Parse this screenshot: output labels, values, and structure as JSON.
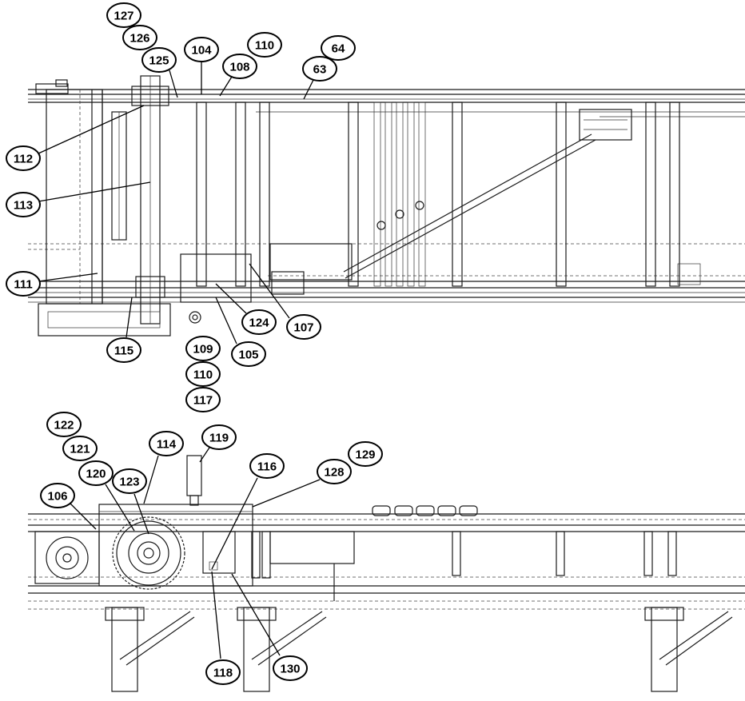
{
  "callouts": [
    {
      "id": "c127",
      "label": "127"
    },
    {
      "id": "c126",
      "label": "126"
    },
    {
      "id": "c125",
      "label": "125"
    },
    {
      "id": "c104",
      "label": "104"
    },
    {
      "id": "c110a",
      "label": "110"
    },
    {
      "id": "c108",
      "label": "108"
    },
    {
      "id": "c64",
      "label": "64"
    },
    {
      "id": "c63",
      "label": "63"
    },
    {
      "id": "c112",
      "label": "112"
    },
    {
      "id": "c113",
      "label": "113"
    },
    {
      "id": "c111",
      "label": "111"
    },
    {
      "id": "c124",
      "label": "124"
    },
    {
      "id": "c107",
      "label": "107"
    },
    {
      "id": "c115",
      "label": "115"
    },
    {
      "id": "c109",
      "label": "109"
    },
    {
      "id": "c105",
      "label": "105"
    },
    {
      "id": "c110b",
      "label": "110"
    },
    {
      "id": "c117",
      "label": "117"
    },
    {
      "id": "c122",
      "label": "122"
    },
    {
      "id": "c121",
      "label": "121"
    },
    {
      "id": "c114",
      "label": "114"
    },
    {
      "id": "c119",
      "label": "119"
    },
    {
      "id": "c120",
      "label": "120"
    },
    {
      "id": "c123",
      "label": "123"
    },
    {
      "id": "c116",
      "label": "116"
    },
    {
      "id": "c129",
      "label": "129"
    },
    {
      "id": "c128",
      "label": "128"
    },
    {
      "id": "c106",
      "label": "106"
    },
    {
      "id": "c118",
      "label": "118"
    },
    {
      "id": "c130",
      "label": "130"
    }
  ],
  "colors": {
    "line": "#1a1a1a",
    "background": "#ffffff"
  }
}
